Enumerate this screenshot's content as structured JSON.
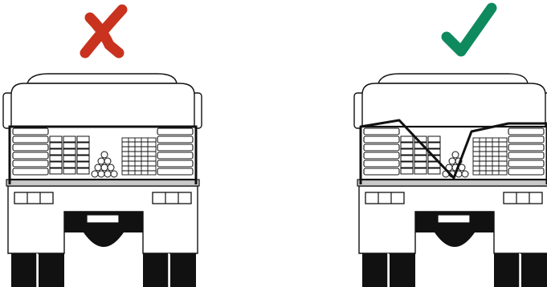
{
  "diagram": {
    "panels": [
      {
        "id": "incorrect",
        "verdict_icon": "cross-mark-icon",
        "verdict_color": "#c8321e",
        "load_securing": "straight-across"
      },
      {
        "id": "correct",
        "verdict_icon": "check-mark-icon",
        "verdict_color": "#0f8a5f",
        "load_securing": "v-shaped"
      }
    ],
    "colors": {
      "outline": "#111111",
      "body_fill": "#ffffff",
      "bumper_fill": "#c8c8c8",
      "tire_fill": "#111111",
      "cargo_fill": "#ffffff"
    }
  }
}
